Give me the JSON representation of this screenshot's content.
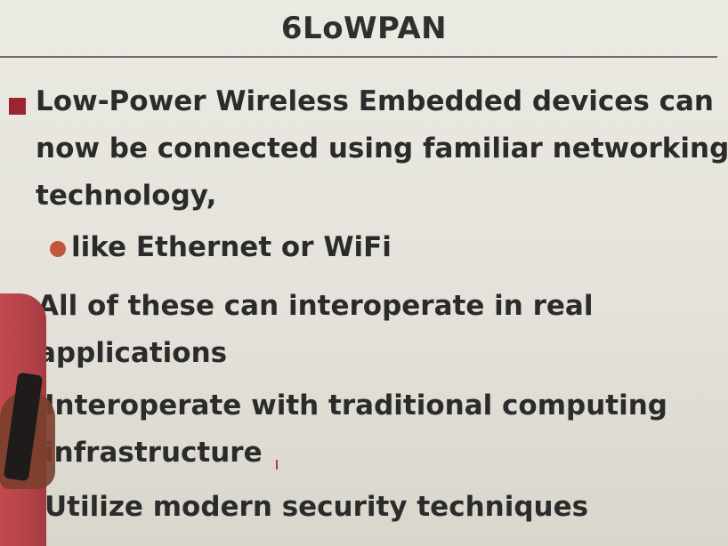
{
  "slide": {
    "title": "6LoWPAN",
    "bullets": [
      {
        "lines": [
          "Low-Power Wireless Embedded devices can",
          "now be connected using familiar networking",
          "technology,"
        ]
      },
      {
        "sub": "like Ethernet or WiFi"
      },
      {
        "lines": [
          "All of these can interoperate in real",
          "applications"
        ]
      },
      {
        "lines": [
          "Interoperate with traditional computing",
          "infrastructure"
        ]
      },
      {
        "lines": [
          "Utilize modern security techniques"
        ]
      }
    ]
  },
  "colors": {
    "bullet_square": "#9b2431",
    "sub_bullet_dot": "#c2583a",
    "text": "#2b2b2b"
  }
}
